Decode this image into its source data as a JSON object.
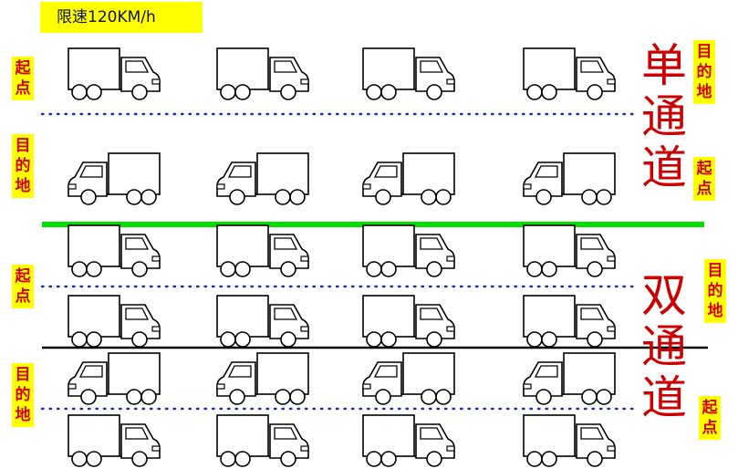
{
  "speed_limit": "限速120KM/h",
  "labels": {
    "start": "起点",
    "destination": "目的地",
    "single_lane": "单通道",
    "double_lane": "双通道"
  },
  "colors": {
    "label_bg": "#ffff00",
    "label_text": "#d40000",
    "title_text": "#cc0000",
    "divider_green": "#00e000",
    "divider_black": "#000000",
    "dotted_line": "#1a2fb5"
  },
  "rows": [
    {
      "direction": "right",
      "count": 4
    },
    {
      "direction": "left",
      "count": 4
    },
    {
      "direction": "right",
      "count": 4
    },
    {
      "direction": "right",
      "count": 4
    },
    {
      "direction": "left",
      "count": 4
    },
    {
      "direction": "right",
      "count": 4
    }
  ]
}
